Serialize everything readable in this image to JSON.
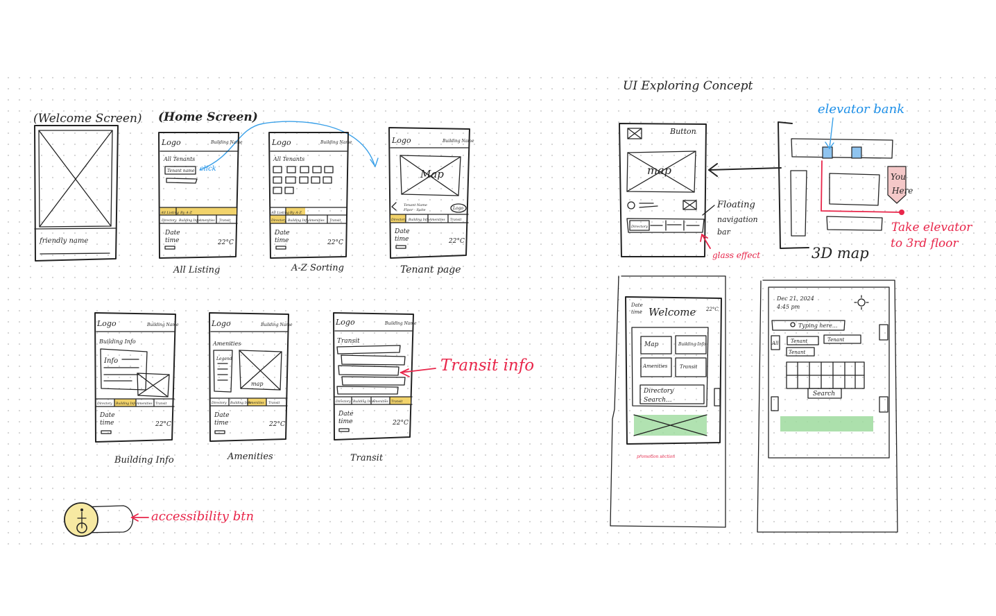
{
  "titles": {
    "welcome": "(Welcome Screen)",
    "home": "(Home Screen)",
    "concept": "UI Exploring Concept"
  },
  "common": {
    "logo": "Logo",
    "building": "Building Name",
    "date": "Date",
    "time": "time",
    "temp": "22°C",
    "tab_directory": "Directory",
    "tab_building": "Building Info",
    "tab_amenities": "Amenities",
    "tab_transit": "Transit"
  },
  "welcome_screen": {
    "friendly_name": "friendly name"
  },
  "all_listing": {
    "heading": "All Tenants",
    "tenant_btn": "Tenant name",
    "click": "click",
    "filter1": "All Listing",
    "filter2": "By A-Z",
    "caption": "All Listing"
  },
  "az_sorting": {
    "heading": "All Tenants",
    "filter1": "All Listing",
    "filter2": "By A-Z",
    "caption": "A-Z Sorting"
  },
  "tenant_page": {
    "map": "Map",
    "info1": "Tenant Name",
    "info2": "Floor - Suite",
    "logo": "Logo",
    "caption": "Tenant page"
  },
  "building_info": {
    "heading": "Building Info",
    "box": "Info",
    "caption": "Building Info"
  },
  "amenities": {
    "heading": "Amenities",
    "legend": "Legend",
    "map": "map",
    "caption": "Amenities"
  },
  "transit": {
    "heading": "Transit",
    "caption": "Transit",
    "note": "Transit info"
  },
  "accessibility": {
    "note": "accessibility btn"
  },
  "concept": {
    "button": "Button",
    "map": "map",
    "floating_nav": [
      "Floating",
      "navigation",
      "bar"
    ],
    "glass": "glass effect",
    "elevator": "elevator bank",
    "you_here": [
      "You",
      "Here"
    ],
    "take": [
      "Take elevator",
      "to 3rd floor"
    ],
    "map3d": "3D map",
    "nav_tab": "Directory"
  },
  "welcome_mock": {
    "date": "Date",
    "time": "time",
    "title": "Welcome",
    "temp": "22°C",
    "tiles": [
      "Map",
      "Building Info",
      "Amenities",
      "Transit"
    ],
    "directory": "Directory",
    "search": "Search...",
    "promo": "promotion section"
  },
  "search_mock": {
    "date": "Dec 21, 2024",
    "time": "4:45 pm",
    "typing": "Typing here...",
    "all": "All",
    "chips": [
      "Tenant",
      "Tenant",
      "Tenant"
    ],
    "search_btn": "Search"
  }
}
